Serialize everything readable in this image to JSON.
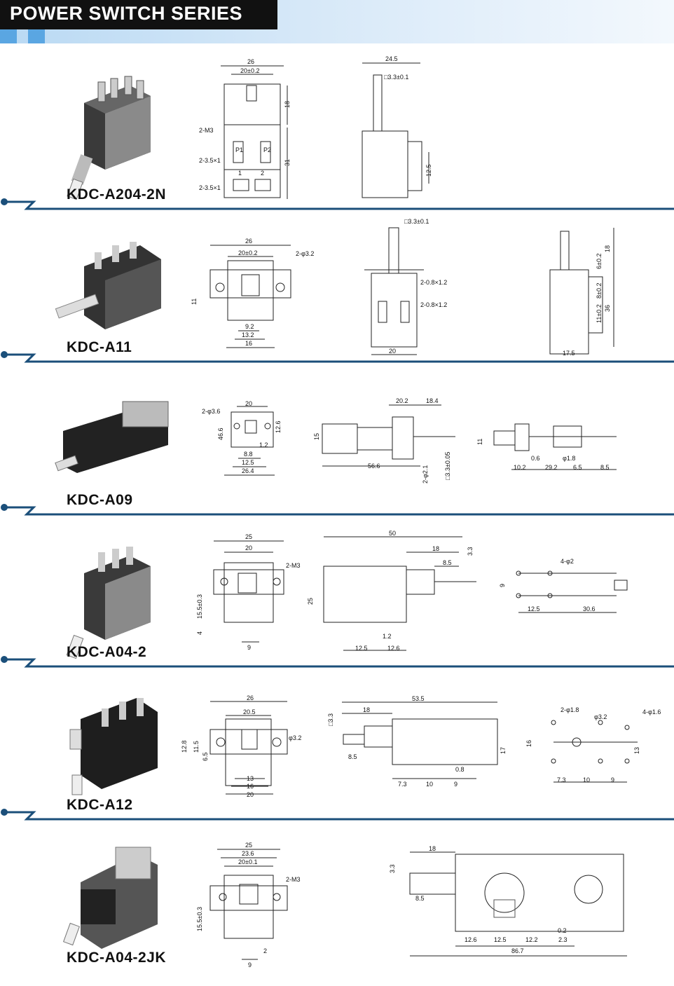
{
  "header": {
    "title": "POWER SWITCH SERIES"
  },
  "sections": [
    {
      "model": "KDC-A204-2N",
      "dims": [
        "26",
        "20±0.2",
        "18",
        "2-M3",
        "31",
        "2-3.5×1",
        "2-3.5×1",
        "P1",
        "P2",
        "1",
        "2",
        "24.5",
        "□3.3±0.1",
        "12.5"
      ]
    },
    {
      "model": "KDC-A11",
      "dims": [
        "26",
        "20±0.2",
        "2-φ3.2",
        "11",
        "9.2",
        "13.2",
        "16",
        "□3.3±0.1",
        "2-0.8×1.2",
        "2-0.8×1.2",
        "20",
        "18",
        "6±0.2",
        "36",
        "11±0.2",
        "8±0.2",
        "17.5"
      ]
    },
    {
      "model": "KDC-A09",
      "dims": [
        "20",
        "2-φ3.6",
        "12.6",
        "46.6",
        "8.8",
        "12.5",
        "26.4",
        "1.2",
        "20.2",
        "18.4",
        "15",
        "56.6",
        "2-φ2.1",
        "□3.3±0.05",
        "11",
        "0.6",
        "φ1.8",
        "10.2",
        "29.2",
        "6.5",
        "8.5"
      ]
    },
    {
      "model": "KDC-A04-2",
      "dims": [
        "25",
        "20",
        "2-M3",
        "15.5±0.3",
        "4",
        "9",
        "50",
        "18",
        "8.5",
        "3.3",
        "25",
        "1.2",
        "12.5",
        "12.6",
        "4-φ2",
        "9",
        "12.5",
        "30.6"
      ]
    },
    {
      "model": "KDC-A12",
      "dims": [
        "26",
        "20.5",
        "φ3.2",
        "12.8",
        "11.5",
        "6.5",
        "13",
        "16",
        "20",
        "53.5",
        "18",
        "3.3",
        "8.5",
        "17",
        "0.8",
        "7.3",
        "10",
        "9",
        "2-φ1.8",
        "φ3.2",
        "4-φ1.6",
        "16",
        "13",
        "7.3",
        "10",
        "9"
      ]
    },
    {
      "model": "KDC-A04-2JK",
      "dims": [
        "25",
        "23.6",
        "20±0.1",
        "2-M3",
        "15.5±0.3",
        "2",
        "9",
        "18",
        "3.3",
        "8.5",
        "12.6",
        "12.5",
        "12.2",
        "0.2",
        "2.3",
        "86.7"
      ]
    }
  ]
}
